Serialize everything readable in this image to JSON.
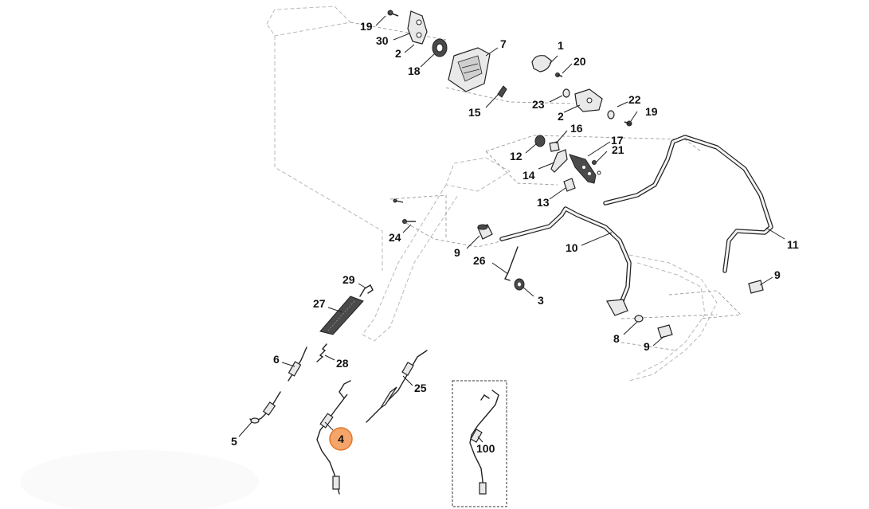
{
  "diagram": {
    "highlight_color": "#f5a46a",
    "highlight_stroke": "#e0782c",
    "labels": {
      "p1": "1",
      "p2a": "2",
      "p2b": "2",
      "p3": "3",
      "p4": "4",
      "p5": "5",
      "p6": "6",
      "p7": "7",
      "p8": "8",
      "p9a": "9",
      "p9b": "9",
      "p9c": "9",
      "p10": "10",
      "p11": "11",
      "p12": "12",
      "p13": "13",
      "p14": "14",
      "p15": "15",
      "p16": "16",
      "p17": "17",
      "p18": "18",
      "p19a": "19",
      "p19b": "19",
      "p20": "20",
      "p21": "21",
      "p22": "22",
      "p23": "23",
      "p24": "24",
      "p25": "25",
      "p26": "26",
      "p27": "27",
      "p28": "28",
      "p29": "29",
      "p30": "30",
      "p100": "100"
    },
    "highlighted_part": "4"
  }
}
